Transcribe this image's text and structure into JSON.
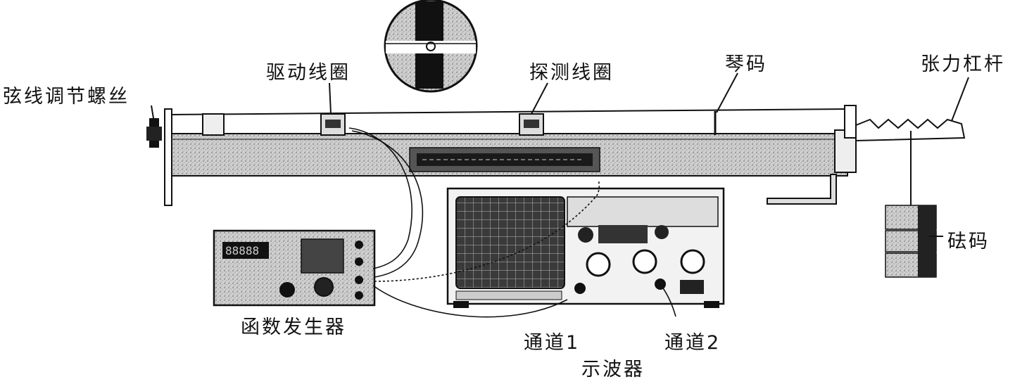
{
  "labels": {
    "tuning_screw": "弦线调节螺丝",
    "drive_coil": "驱动线圈",
    "detect_coil": "探测线圈",
    "bridge": "琴码",
    "tension_lever": "张力杠杆",
    "weights": "砝码",
    "function_generator": "函数发生器",
    "channel1": "通道1",
    "channel2": "通道2",
    "oscilloscope": "示波器"
  },
  "colors": {
    "ink": "#111111",
    "rail": "#bdbdbd",
    "screen": "#2a2a2a"
  }
}
